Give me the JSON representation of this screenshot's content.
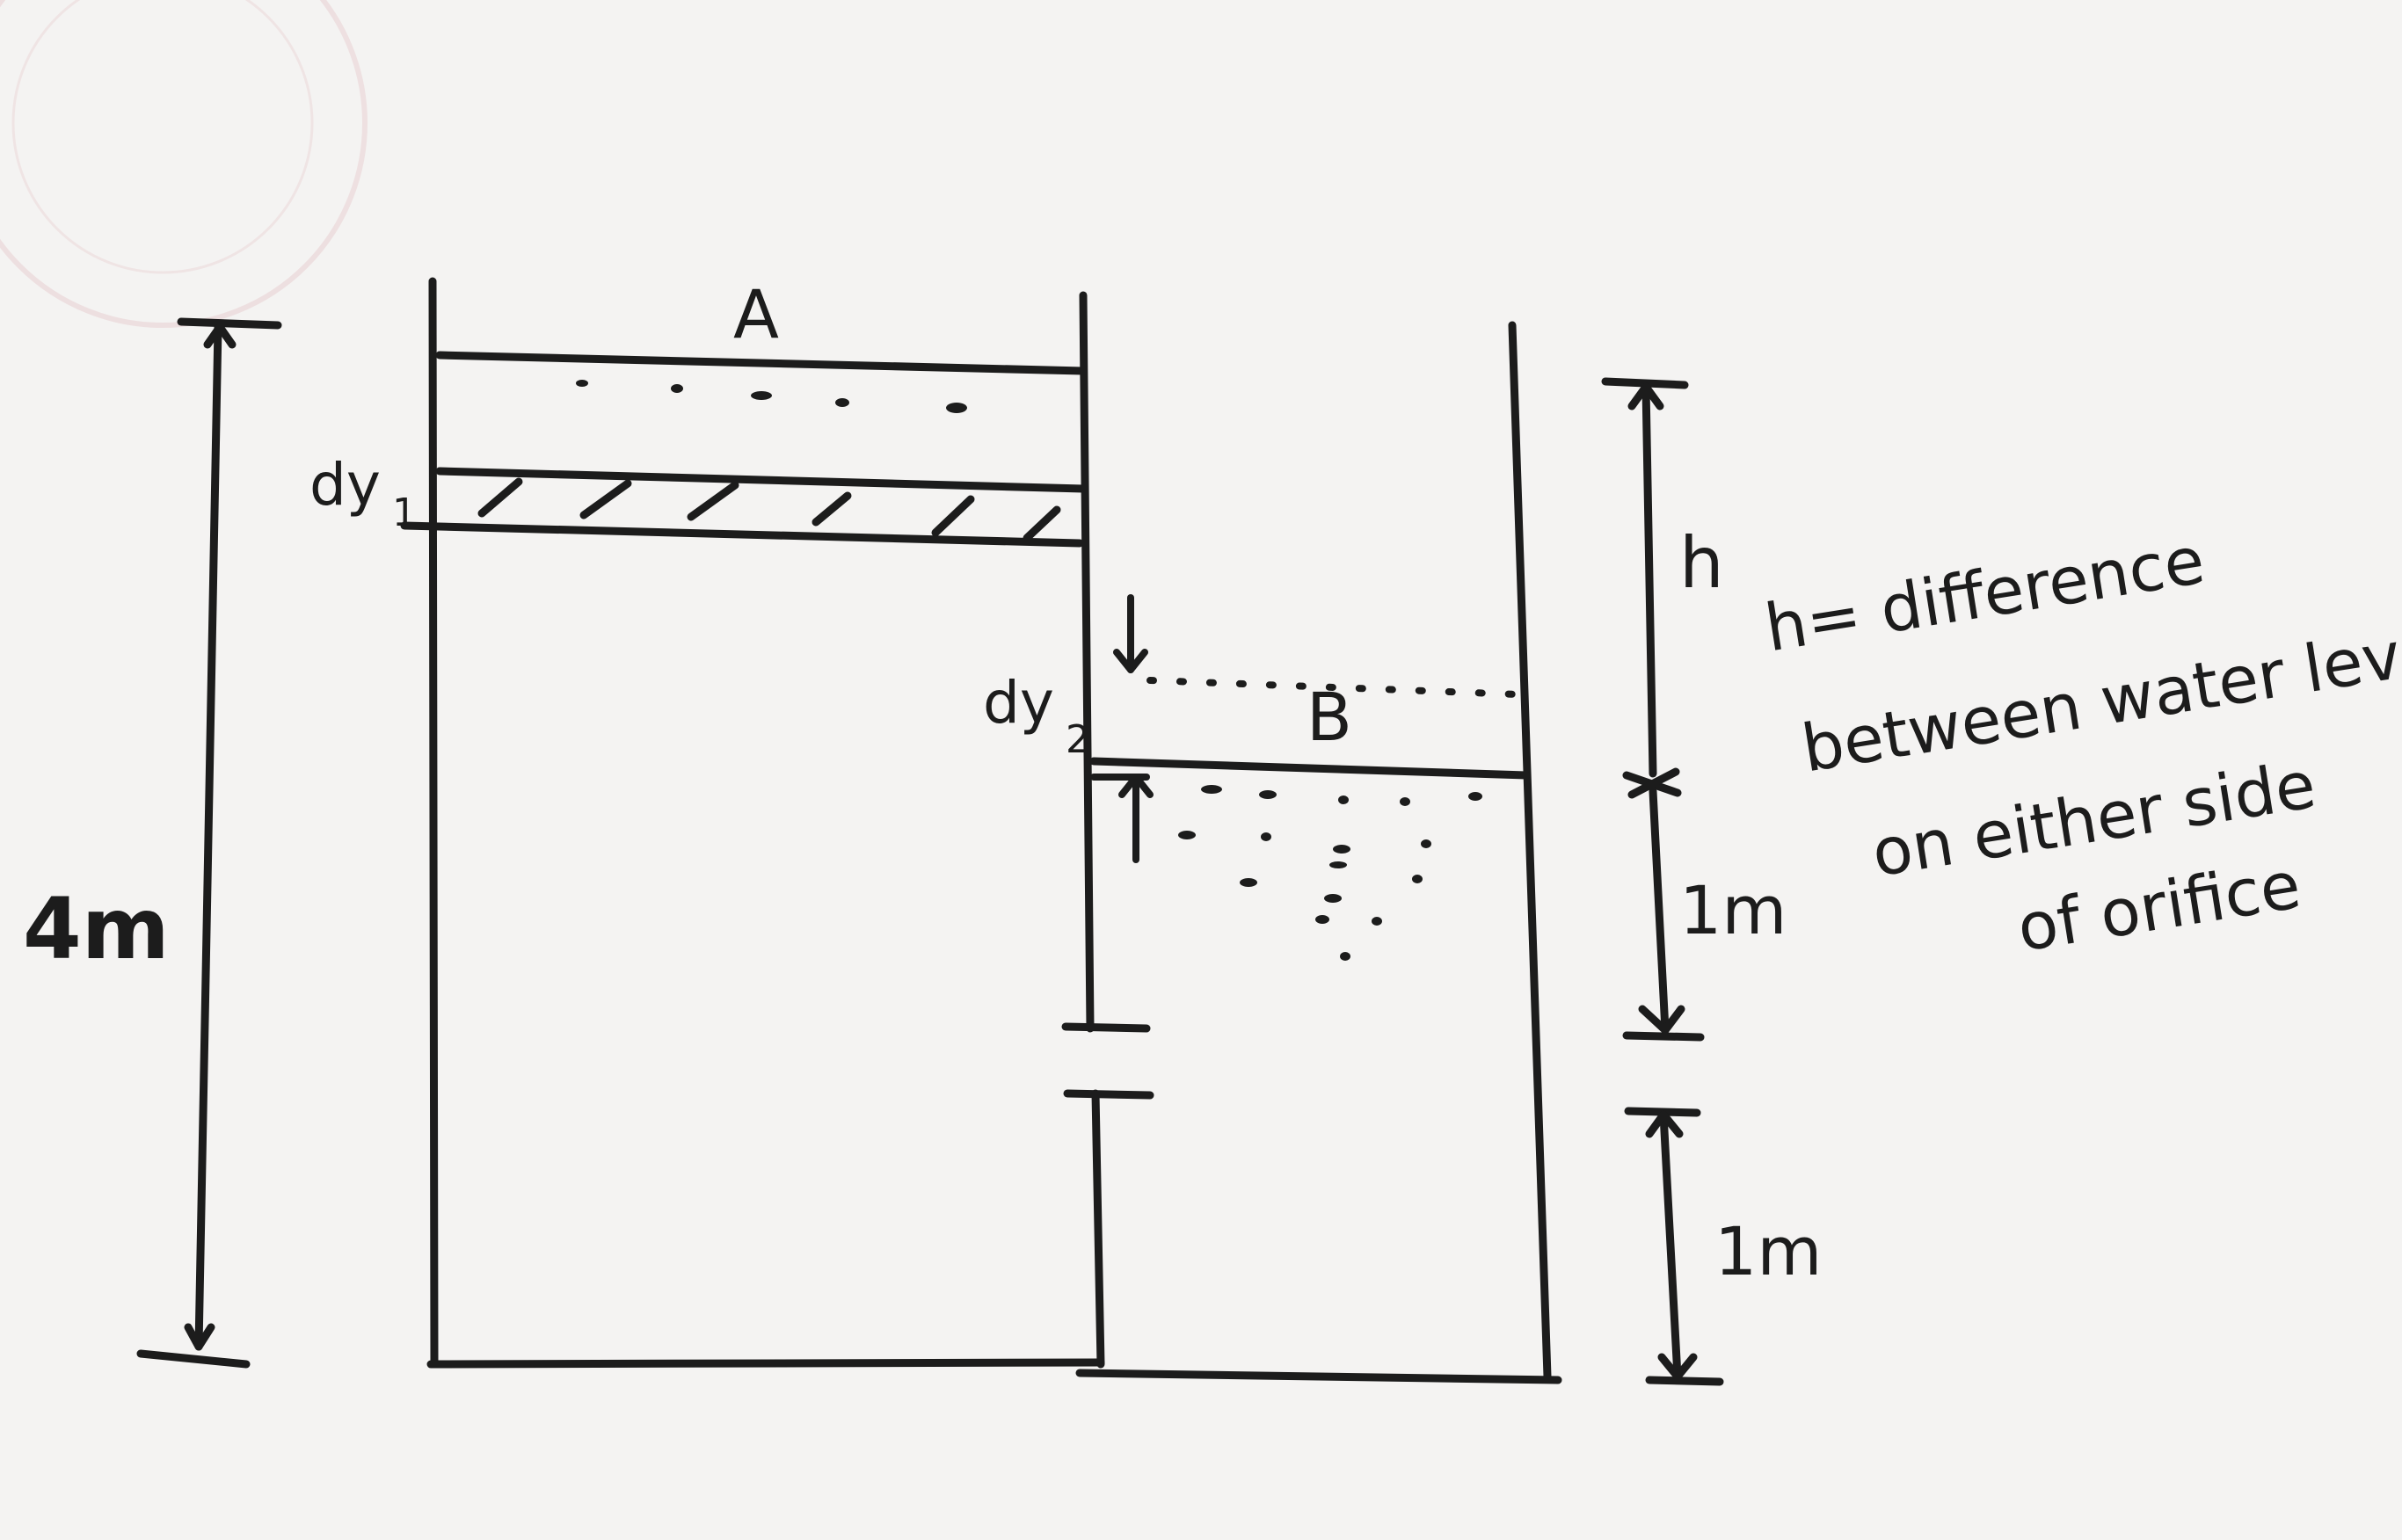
{
  "labels": {
    "tank_a": "A",
    "tank_b": "B",
    "dy1": "dy",
    "dy1_sub": "1",
    "dy2": "dy",
    "dy2_sub": "2",
    "total_height": "4m",
    "h": "h",
    "upper_1m": "1m",
    "lower_1m": "1m"
  },
  "note": {
    "line1": "h= difference",
    "line2": "between water level",
    "line3": "on either side",
    "line4": "of orifice"
  },
  "colors": {
    "ink": "#1c1c1c",
    "paper": "#f4f3f2",
    "stamp": "#e6c9cc"
  }
}
